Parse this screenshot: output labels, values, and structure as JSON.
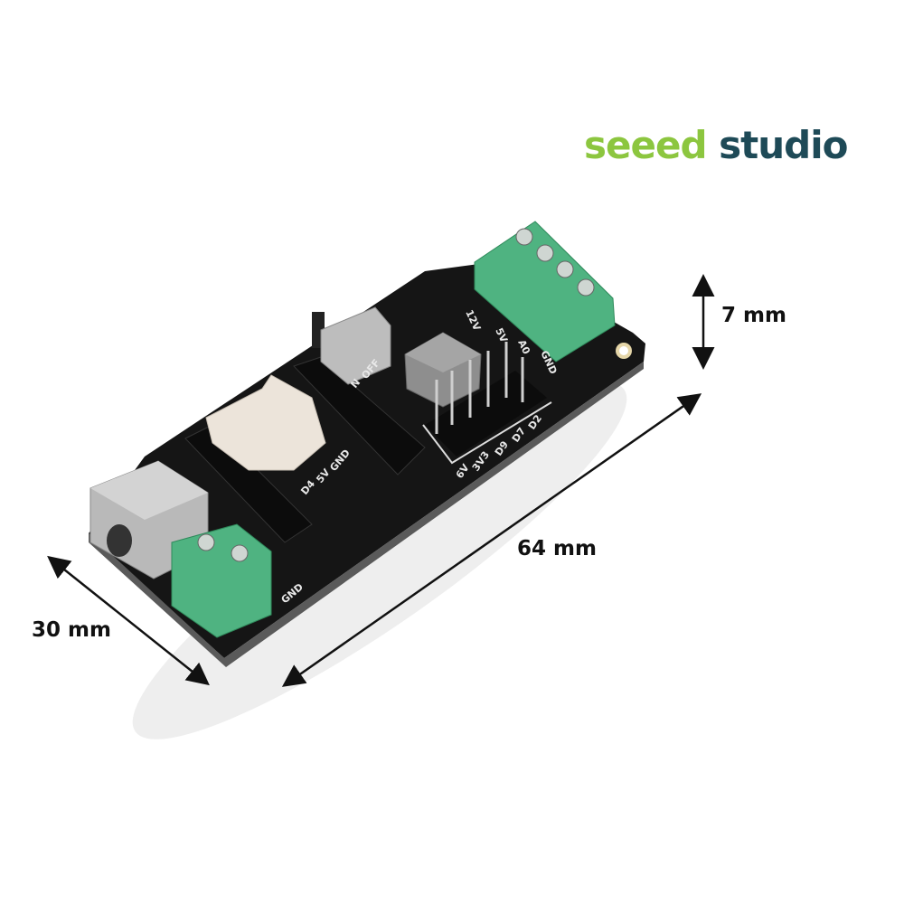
{
  "logo": {
    "word1": "seeed",
    "word2": "studio",
    "color1": "#8cc63f",
    "color2": "#1e4a57"
  },
  "dimensions": {
    "height": "7 mm",
    "length": "64 mm",
    "width": "30 mm"
  },
  "silkscreen": {
    "terminal_labels": [
      "12V",
      "5V",
      "A0",
      "GND"
    ],
    "header_labels": [
      "6V",
      "3V3",
      "D9",
      "D7",
      "D2"
    ],
    "switch_labels": [
      "N",
      "OFF"
    ],
    "grove_labels": [
      "D4",
      "5V",
      "GND"
    ],
    "power_terminal_label": "GND"
  },
  "colors": {
    "board": "#151515",
    "terminal": "#4fb381",
    "jack": "#b9b9b9",
    "connector": "#ece4da"
  }
}
